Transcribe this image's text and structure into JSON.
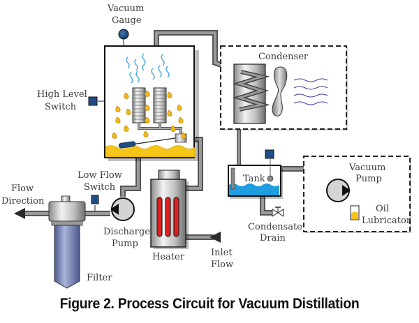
{
  "figure": {
    "caption": "Figure 2. Process Circuit for Vacuum Distillation"
  },
  "labels": {
    "vacuum_gauge": [
      "Vacuum",
      "Gauge"
    ],
    "high_level_switch": [
      "High Level",
      "Switch"
    ],
    "condenser": "Condenser",
    "tank": "Tank",
    "vacuum_pump": [
      "Vacuum",
      "Pump"
    ],
    "oil_lubricator": [
      "Oil",
      "Lubricator"
    ],
    "condensate_drain": [
      "Condensate",
      "Drain"
    ],
    "inlet_flow": [
      "Inlet",
      "Flow"
    ],
    "heater": "Heater",
    "discharge_pump": [
      "Discharge",
      "Pump"
    ],
    "low_flow_switch": [
      "Low Flow",
      "Switch"
    ],
    "flow_direction": [
      "Flow",
      "Direction"
    ],
    "filter": "Filter"
  },
  "colors": {
    "pipe": "#7a7a7a",
    "pipe_dark": "#555555",
    "sensor_blue": "#1f4e85",
    "liquid_yellow": "#f5c518",
    "droplet_yellow": "#f0b818",
    "vapor_blue": "#4aa8e0",
    "condensate_blue": "#1e9ee0",
    "heater_red": "#e02020",
    "filter_blue": "#7080b0",
    "air_wave": "#4a3aa0"
  }
}
